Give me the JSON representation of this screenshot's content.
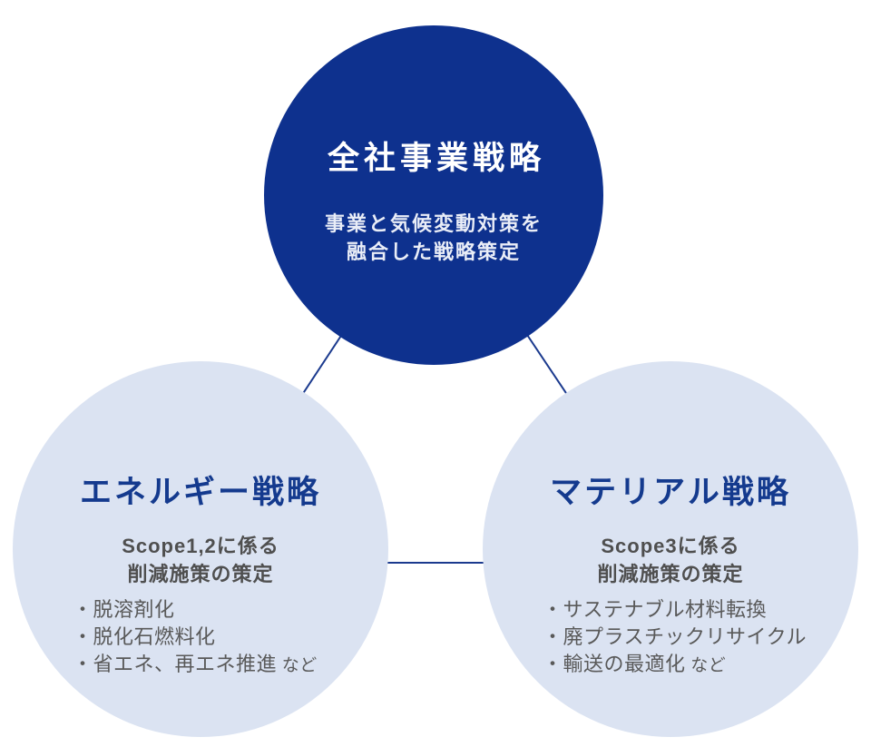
{
  "colors": {
    "top_circle_fill": "#0e318e",
    "bottom_circle_fill": "#dbe3f2",
    "bottom_title_text": "#143a8e",
    "subtitle_gray": "#4f4f4f",
    "bullet_gray": "#595959",
    "connector_line": "#1b3a8e",
    "top_title_text": "#ffffff",
    "top_desc_text": "#e9edf7"
  },
  "top_circle": {
    "title": "全社事業戦略",
    "desc_line1": "事業と気候変動対策を",
    "desc_line2": "融合した戦略策定"
  },
  "left_circle": {
    "title": "エネルギー戦略",
    "subtitle_line1": "Scope1,2に係る",
    "subtitle_line2": "削減施策の策定",
    "bullets": [
      "・脱溶剤化",
      "・脱化石燃料化",
      "・省エネ、再エネ推進"
    ],
    "bullets_suffix": "など"
  },
  "right_circle": {
    "title": "マテリアル戦略",
    "subtitle_line1": "Scope3に係る",
    "subtitle_line2": "削減施策の策定",
    "bullets": [
      "・サステナブル材料転換",
      "・廃プラスチックリサイクル",
      "・輸送の最適化"
    ],
    "bullets_suffix": "など"
  }
}
